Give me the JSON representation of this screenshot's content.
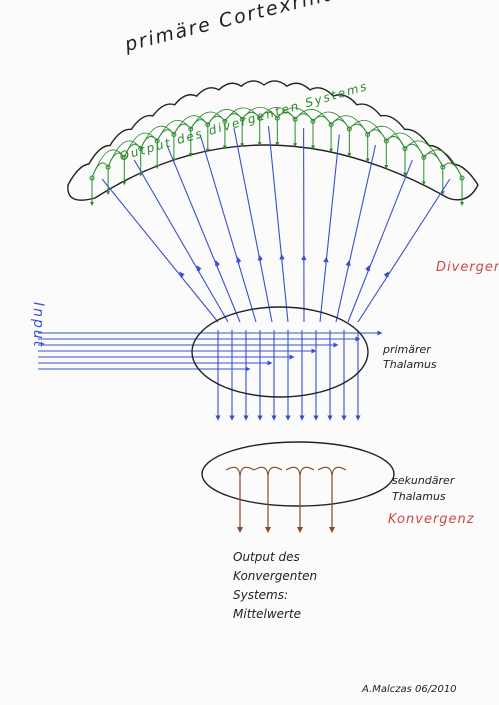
{
  "diagram": {
    "title": "primäre Cortexrinde",
    "output_divergent": "Output des divergenten Systems",
    "input": "Input",
    "divergenz": "Divergenz",
    "primary_thalamus": "primärer\nThalamus",
    "secondary_thalamus": "sekundärer\nThalamus",
    "konvergenz": "Konvergenz",
    "output_convergent": "Output des\nKonvergenten\nSystems:\nMittelwerte",
    "signature": "A.Malczas 06/2010"
  },
  "colors": {
    "cortex_outline": "#222222",
    "divergent_arcs": "#2b8a2b",
    "projection_lines": "#3a4fd0",
    "convergence_lines": "#8a4a2a",
    "red_labels": "#d64545"
  }
}
